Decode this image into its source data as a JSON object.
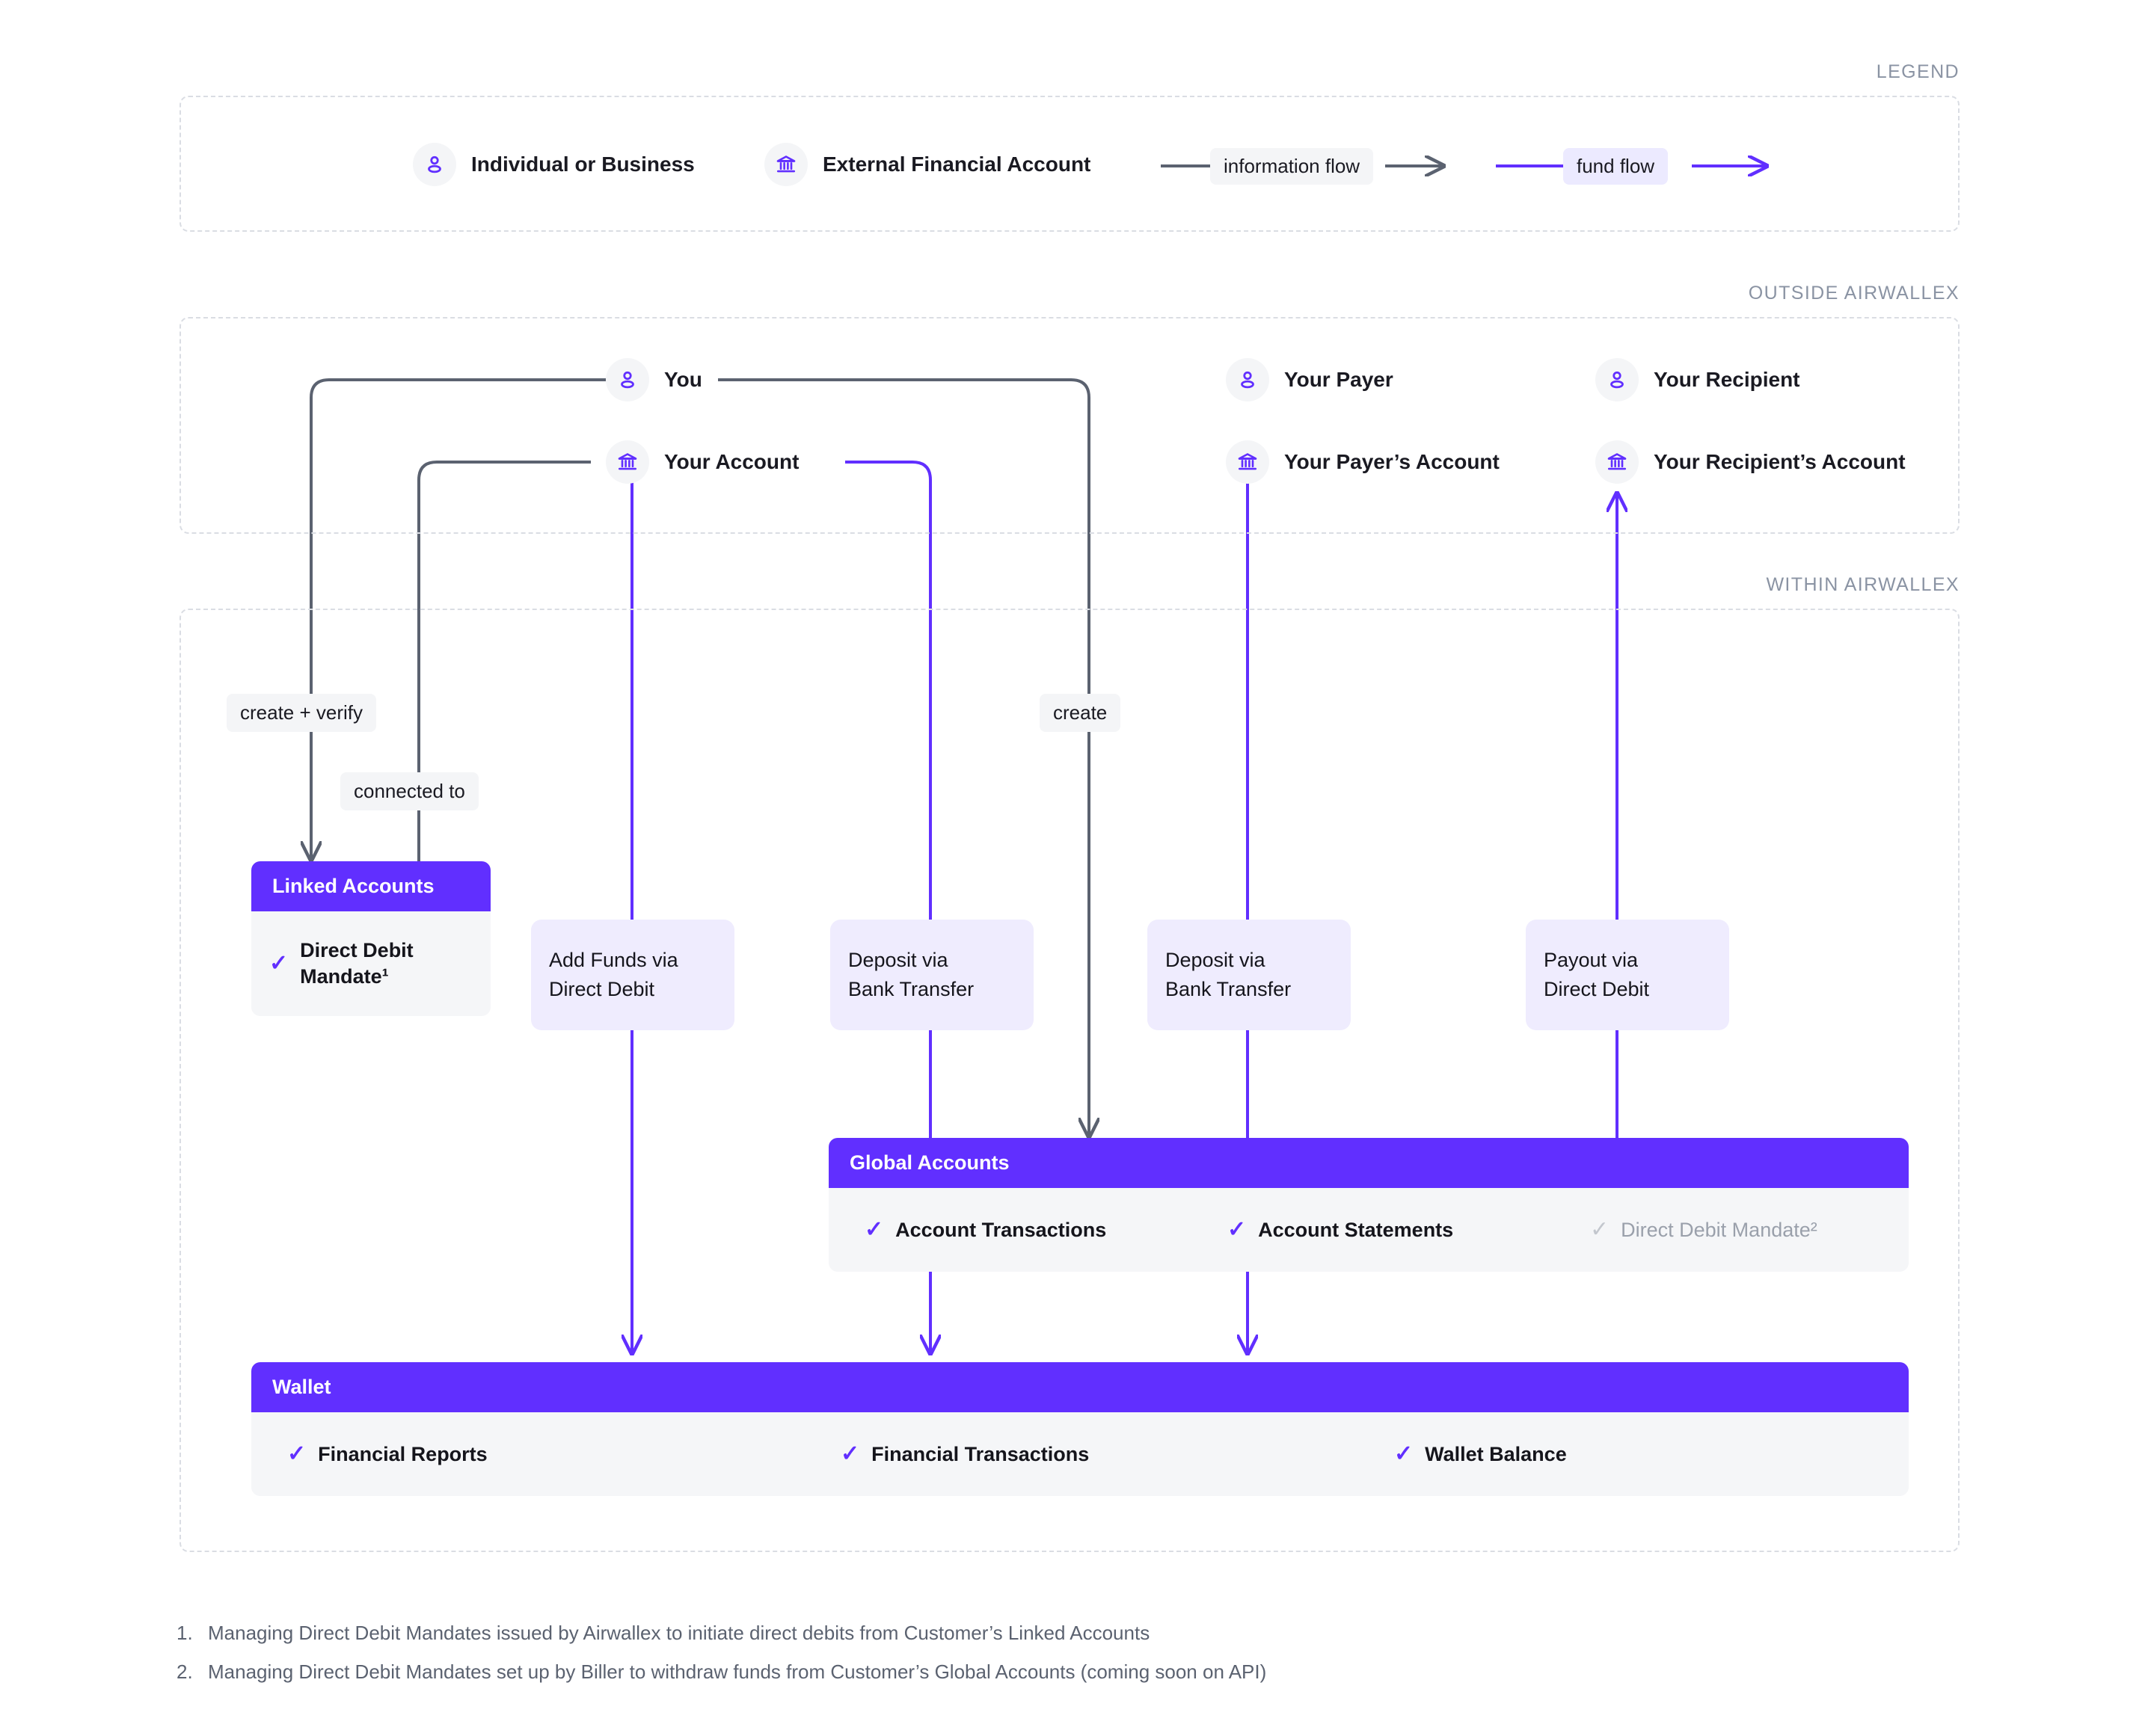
{
  "sections": {
    "legend_label": "LEGEND",
    "outside_label": "OUTSIDE AIRWALLEX",
    "within_label": "WITHIN AIRWALLEX"
  },
  "legend": {
    "items": [
      {
        "icon": "person-icon",
        "label": "Individual or Business"
      },
      {
        "icon": "bank-icon",
        "label": "External Financial Account"
      }
    ],
    "flows": [
      {
        "label": "information flow",
        "color": "#5b6270",
        "style": "grey"
      },
      {
        "label": "fund flow",
        "color": "#612fff",
        "style": "purple"
      }
    ]
  },
  "outside": {
    "nodes": [
      {
        "icon": "person-icon",
        "label": "You"
      },
      {
        "icon": "bank-icon",
        "label": "Your Account"
      },
      {
        "icon": "person-icon",
        "label": "Your Payer"
      },
      {
        "icon": "bank-icon",
        "label": "Your Payer’s Account"
      },
      {
        "icon": "person-icon",
        "label": "Your Recipient"
      },
      {
        "icon": "bank-icon",
        "label": "Your Recipient’s Account"
      }
    ]
  },
  "within": {
    "path_labels": [
      {
        "label": "create + verify"
      },
      {
        "label": "connected to"
      },
      {
        "label": "create"
      }
    ],
    "pills": [
      {
        "line1": "Add Funds via",
        "line2": "Direct Debit"
      },
      {
        "line1": "Deposit via",
        "line2": "Bank Transfer"
      },
      {
        "line1": "Deposit via",
        "line2": "Bank Transfer"
      },
      {
        "line1": "Payout via",
        "line2": "Direct Debit"
      }
    ],
    "cards": [
      {
        "title": "Linked Accounts",
        "features": [
          {
            "label": "Direct Debit Mandate¹",
            "muted": false,
            "tick": "✓"
          }
        ]
      },
      {
        "title": "Global Accounts",
        "features": [
          {
            "label": "Account Transactions",
            "muted": false,
            "tick": "✓"
          },
          {
            "label": "Account Statements",
            "muted": false,
            "tick": "✓"
          },
          {
            "label": "Direct Debit Mandate²",
            "muted": true,
            "tick": "✓"
          }
        ]
      },
      {
        "title": "Wallet",
        "features": [
          {
            "label": "Financial Reports",
            "muted": false,
            "tick": "✓"
          },
          {
            "label": "Financial Transactions",
            "muted": false,
            "tick": "✓"
          },
          {
            "label": "Wallet Balance",
            "muted": false,
            "tick": "✓"
          }
        ]
      }
    ]
  },
  "footnotes": [
    {
      "num": "1.",
      "text": "Managing Direct Debit Mandates issued by Airwallex to initiate direct debits from Customer’s Linked Accounts"
    },
    {
      "num": "2.",
      "text": "Managing Direct Debit Mandates set up by Biller to withdraw funds from Customer’s Global Accounts (coming soon on API)"
    }
  ],
  "colors": {
    "brand_purple": "#612fff",
    "info_grey": "#5b6270",
    "pill_bg": "#efecfe",
    "card_body_bg": "#f5f6f8"
  }
}
